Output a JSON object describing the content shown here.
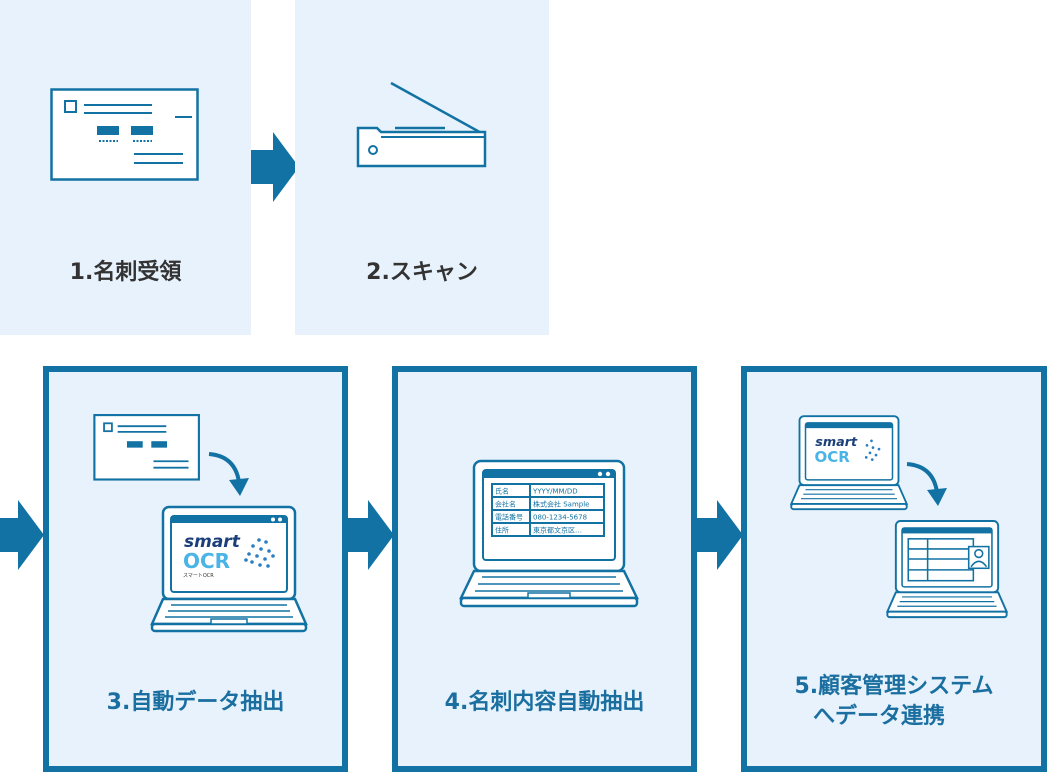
{
  "colors": {
    "accent": "#1272a3",
    "box_bg": "#e8f2fc",
    "text_dark": "#333333",
    "text_accent": "#1a6fa0"
  },
  "steps": [
    {
      "label": "1.名刺受領",
      "icon": "business-card-icon"
    },
    {
      "label": "2.スキャン",
      "icon": "scanner-icon"
    },
    {
      "label": "3.自動データ抽出",
      "icon": "laptop-ocr-icon"
    },
    {
      "label": "4.名刺内容自動抽出",
      "icon": "laptop-table-icon"
    },
    {
      "label_line1": "5.顧客管理システム",
      "label_line2": "へデータ連携",
      "icon": "laptop-sync-icon"
    }
  ],
  "ocr_logo": {
    "word1": "smart",
    "word2": "OCR",
    "sub": "スマートOCR"
  },
  "extracted_table": {
    "rows": [
      [
        "氏名",
        "YYYY/MM/DD"
      ],
      [
        "会社名",
        "株式会社 Sample"
      ],
      [
        "電話番号",
        "080-1234-5678"
      ],
      [
        "住所",
        "東京都文京区…"
      ]
    ]
  }
}
